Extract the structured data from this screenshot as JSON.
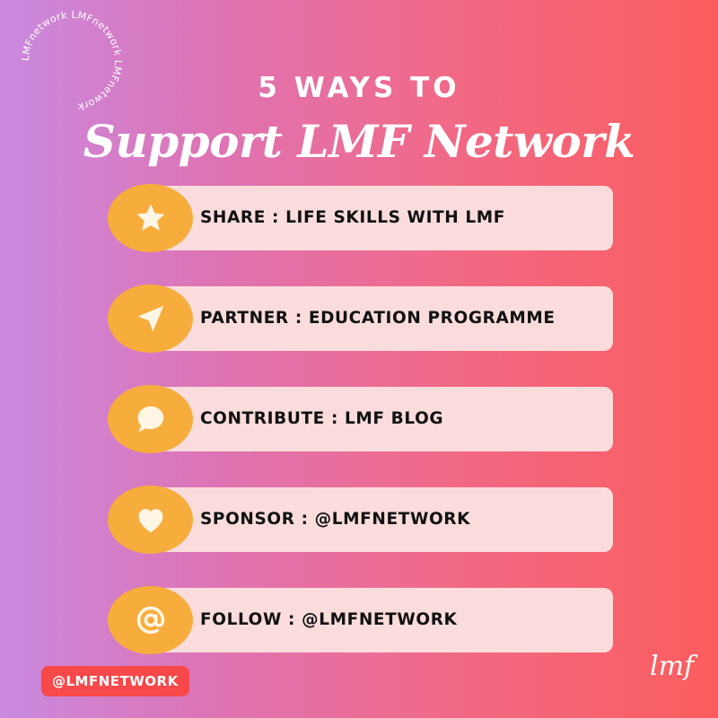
{
  "badge_ring_text": "LMFnetwork LMFnetwork LMFnetwork ",
  "header": {
    "kicker": "5 WAYS TO",
    "title": "Support LMF Network"
  },
  "items": [
    {
      "icon": "star-icon",
      "label": "SHARE : LIFE SKILLS WITH LMF"
    },
    {
      "icon": "navigation-arrow-icon",
      "label": "PARTNER : EDUCATION PROGRAMME"
    },
    {
      "icon": "speech-bubble-icon",
      "label": "CONTRIBUTE : LMF BLOG"
    },
    {
      "icon": "heart-icon",
      "label": "SPONSOR : @LMFNETWORK"
    },
    {
      "icon": "at-sign-icon",
      "label": "FOLLOW : @LMFNETWORK"
    }
  ],
  "footer": {
    "handle": "@LMFNETWORK",
    "logo_text": "lmf"
  },
  "colors": {
    "gradient_left": "#c98ae0",
    "gradient_right": "#fb5d5d",
    "card": "#fadcdc",
    "badge": "#f7ad3c",
    "icon": "#fff6e6",
    "handle_bg": "#f7484a"
  }
}
